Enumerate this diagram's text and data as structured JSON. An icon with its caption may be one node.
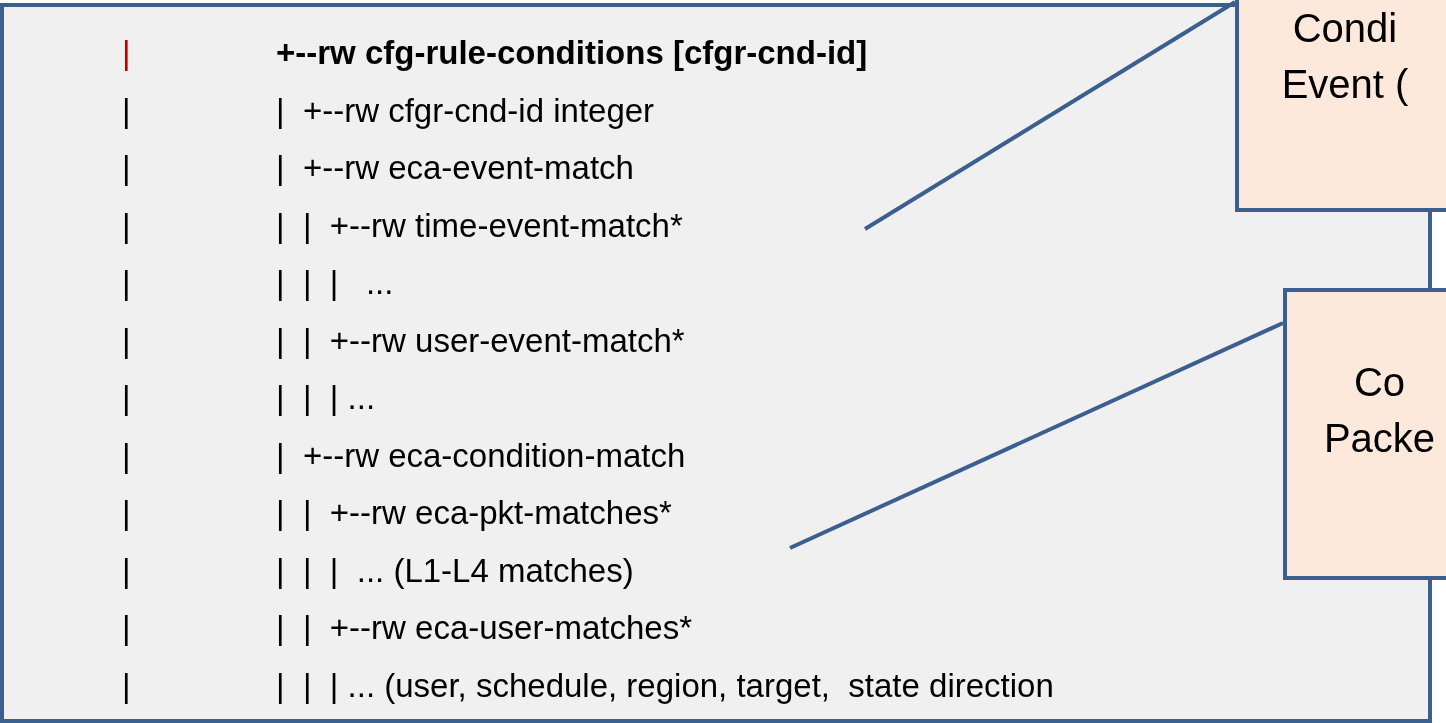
{
  "diagram": {
    "nodes": [
      {
        "text": [
          "+--rw cfg-rule-conditions [cfgr-cnd-id]",
          "|  +--rw cfgr-cnd-id integer",
          "|  +--rw eca-event-match",
          "|  |  +--rw time-event-match*",
          "|  |  |   ...",
          "|  |  +--rw user-event-match*",
          "|  |  | ...",
          "|  +--rw eca-condition-match",
          "|  |  +--rw eca-pkt-matches*",
          "|  |  |  ... (L1-L4 matches)",
          "|  |  +--rw eca-user-matches*",
          "|  |  | ... (user, schedule, region, target,  state direction"
        ]
      },
      {
        "text": [
          "Condi Event ("
        ]
      },
      {
        "text": [
          "Co Packe"
        ]
      }
    ],
    "edges": [
      {
        "from": 1,
        "to": 0,
        "arrow": "none"
      },
      {
        "from": 2,
        "to": 0,
        "arrow": "none"
      }
    ],
    "labels": [
      "|",
      "|",
      "|",
      "|",
      "|",
      "|",
      "|",
      "|",
      "|",
      "|",
      "|",
      "|"
    ]
  }
}
